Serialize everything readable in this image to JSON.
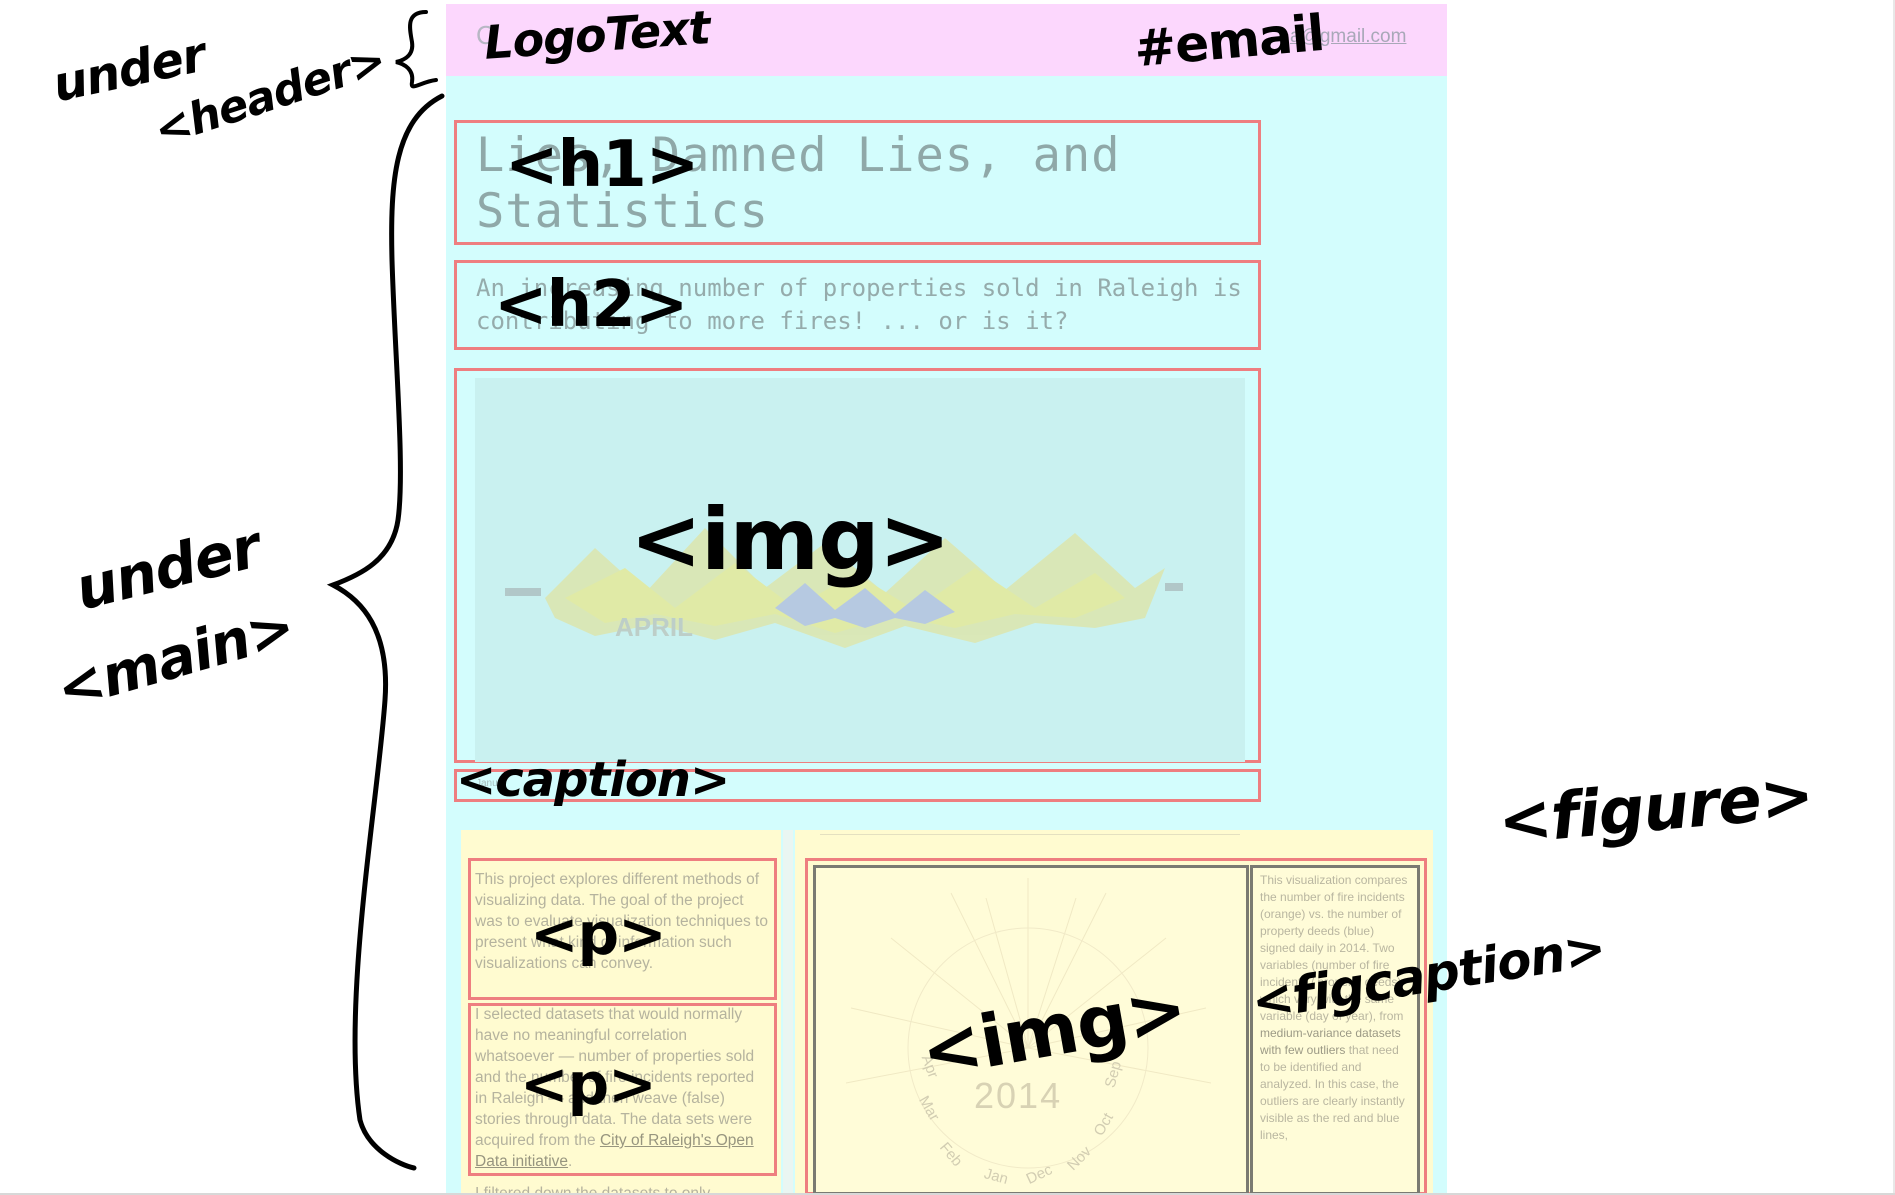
{
  "header": {
    "logo_ghost_text": "C",
    "email_ghost_text": "a@gmail.com"
  },
  "page": {
    "h1_text": "Lies, Damned Lies, and Statistics",
    "h2_text": "An increasing number of properties sold in Raleigh is contributing to more fires! ... or is it?",
    "caption_small_text": "Janu...",
    "paragraph_1": "This project explores different methods of visualizing data. The goal of the project was to evaluate visualization techniques to present what kind of information such visualizations can convey.",
    "paragraph_2_before_link": "I selected datasets that would normally have no meaningful correlation whatsoever — number of properties sold and the number of fire incidents reported in Raleigh — and then weave (false) stories through data. The data sets were acquired from the ",
    "paragraph_2_link": "City of Raleigh's Open Data initiative",
    "paragraph_2_after_link": ".",
    "paragraph_3_partial": "I filtered down the datasets to only...",
    "figcaption_parts": {
      "a": "This visualization compares the number of fire incidents (orange) vs. the number of property deeds (blue) signed daily in 2014. ",
      "b": "Two variables (number of fire incidents / property deeds) which vary with the same variable (day of year), from ",
      "c": "medium-variance datasets with few outliers",
      "d": " that need to be identified and analyzed. In this case, the outliers are clearly instantly visible as the red and blue lines,"
    },
    "year_label": "2014",
    "months": [
      "Apr",
      "Mar",
      "Feb",
      "Jan",
      "Dec",
      "Nov",
      "Oct",
      "Sep"
    ]
  },
  "annotations": {
    "under_header": "under",
    "under_header_tag": "<header>",
    "logo_text": "LogoText",
    "email": "#email",
    "h1": "<h1>",
    "h2": "<h2>",
    "img_main": "<img>",
    "caption": "<caption>",
    "under_main": "under",
    "under_main_tag": "<main>",
    "figure": "<figure>",
    "p1": "<p>",
    "p2": "<p>",
    "img_figure": "<img>",
    "figcaption": "<figcaption>"
  },
  "colors": {
    "page_bg": "#d3fdfd",
    "header_bg": "#fcd7fd",
    "red_outline": "#ee7e80",
    "yellow_bg": "#fffbd0"
  }
}
